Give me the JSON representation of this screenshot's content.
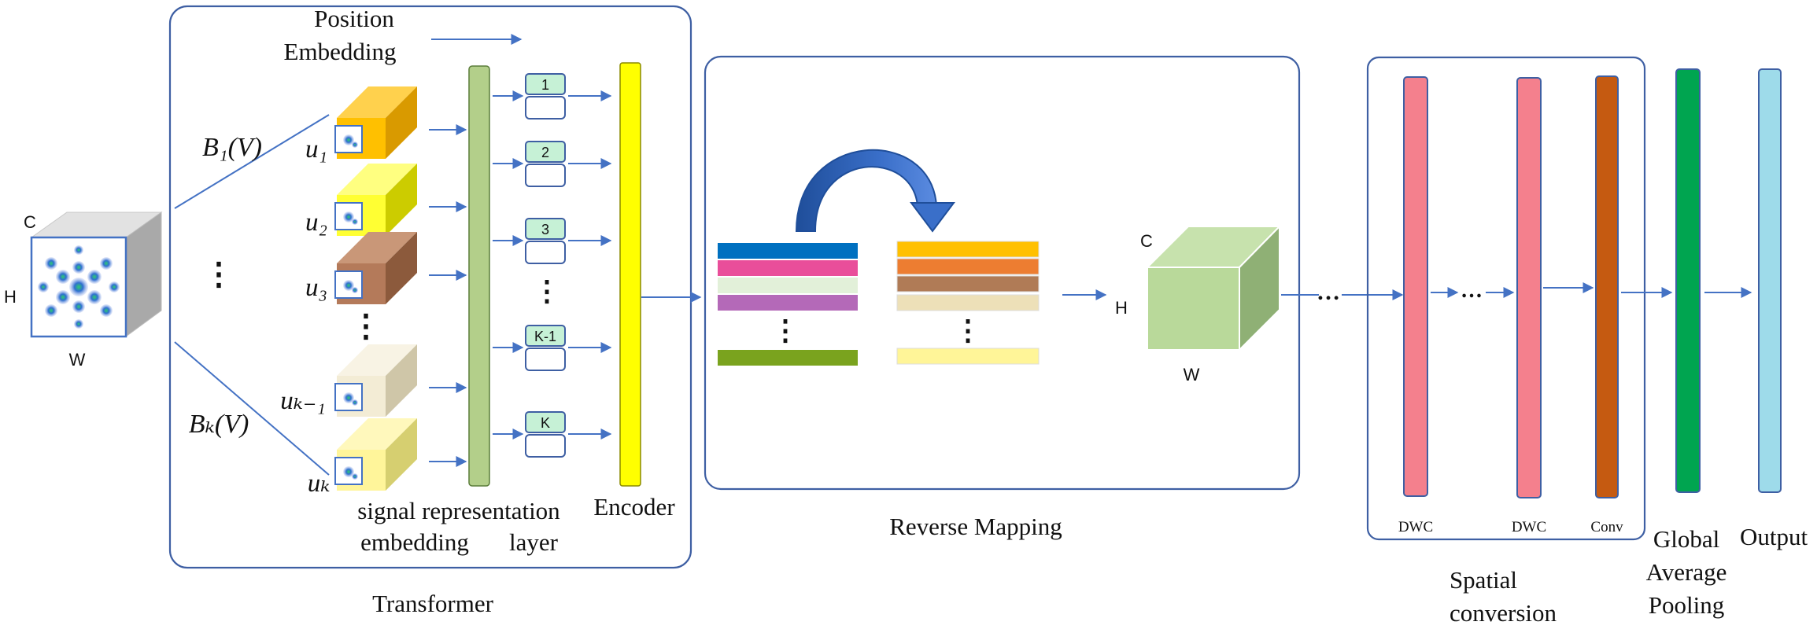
{
  "input_cube": {
    "label_c": "C",
    "label_h": "H",
    "label_w": "W"
  },
  "transformer": {
    "title": "Transformer",
    "position_embedding": "Position Embedding",
    "branch_top": "B₁(V)",
    "branch_bottom": "Bₖ(V)",
    "left_ellipsis": "⋮",
    "signals": [
      "u₁",
      "u₂",
      "u₃",
      "uₖ₋₁",
      "uₖ"
    ],
    "signal_ellipsis": "⋮",
    "tokens": [
      "1",
      "2",
      "3",
      "K-1",
      "K"
    ],
    "token_ellipsis": "⋮",
    "signal_caption_1": "signal representation",
    "signal_caption_2": "embedding",
    "layer_caption": "layer",
    "encoder": "Encoder"
  },
  "reverse_mapping": {
    "title": "Reverse Mapping",
    "left_ellipsis": "⋮",
    "right_ellipsis": "⋮",
    "cube_c": "C",
    "cube_h": "H",
    "cube_w": "W"
  },
  "link_ellipsis": "…",
  "spatial": {
    "title_1": "Spatial",
    "title_2": "conversion",
    "dwc_1": "DWC",
    "dwc_2": "DWC",
    "conv": "Conv",
    "ellipsis": "…"
  },
  "gap_1": "Global",
  "gap_2": "Average",
  "gap_3": "Pooling",
  "output": "Output",
  "colors": {
    "border": "#3e5fa3",
    "arrow": "#4472c4",
    "layer_bar": "#b3cf8a",
    "encoder": "#ffff00",
    "dwc": "#f4808d",
    "conv": "#c55a11",
    "gap": "#00a550",
    "output": "#9edbea",
    "green_cube": "#b9d99a"
  }
}
